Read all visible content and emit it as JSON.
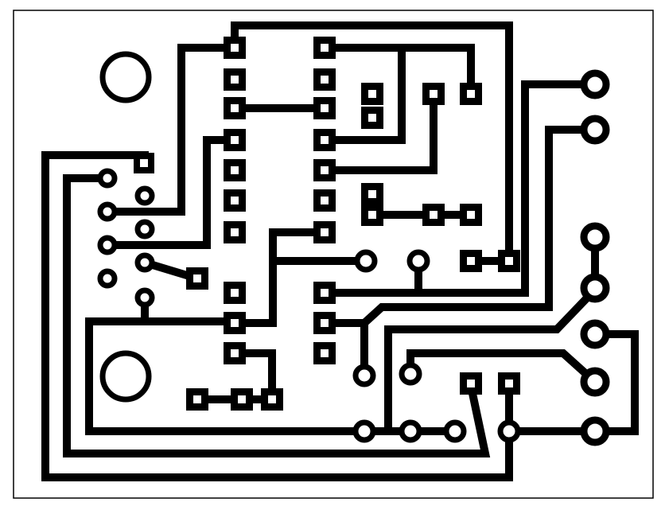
{
  "diagram": {
    "kind": "pcb-copper-layout",
    "colors": {
      "copper": "#000000",
      "background": "#ffffff",
      "border": "#000000"
    },
    "components": [
      {
        "name": "dip-ic-left-pin-column",
        "pins": 7
      },
      {
        "name": "dip-ic-right-pin-column",
        "pins": 7
      },
      {
        "name": "connector-header",
        "pins": 9
      },
      {
        "name": "mounting-hole-top",
        "kind": "hole"
      },
      {
        "name": "mounting-hole-bottom",
        "kind": "hole"
      },
      {
        "name": "output-terminals",
        "pins": 6
      }
    ]
  }
}
